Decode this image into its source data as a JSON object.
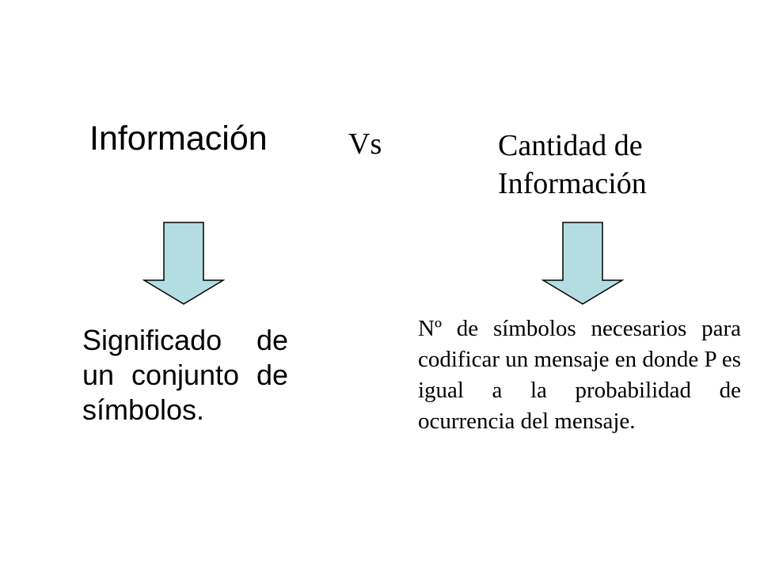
{
  "slide": {
    "title_left": "Información",
    "title_vs": "Vs",
    "title_right": "Cantidad de Información",
    "desc_left": "Significado de un conjunto de símbolos.",
    "desc_right": "Nº de símbolos necesarios para codificar un mensaje en donde P es igual a la probabilidad de ocurrencia del mensaje."
  },
  "colors": {
    "arrow_fill": "#b3dde1",
    "arrow_stroke": "#000000",
    "text": "#000000",
    "background": "#ffffff"
  },
  "icons": {
    "left_arrow": "down-arrow-icon",
    "right_arrow": "down-arrow-icon"
  }
}
